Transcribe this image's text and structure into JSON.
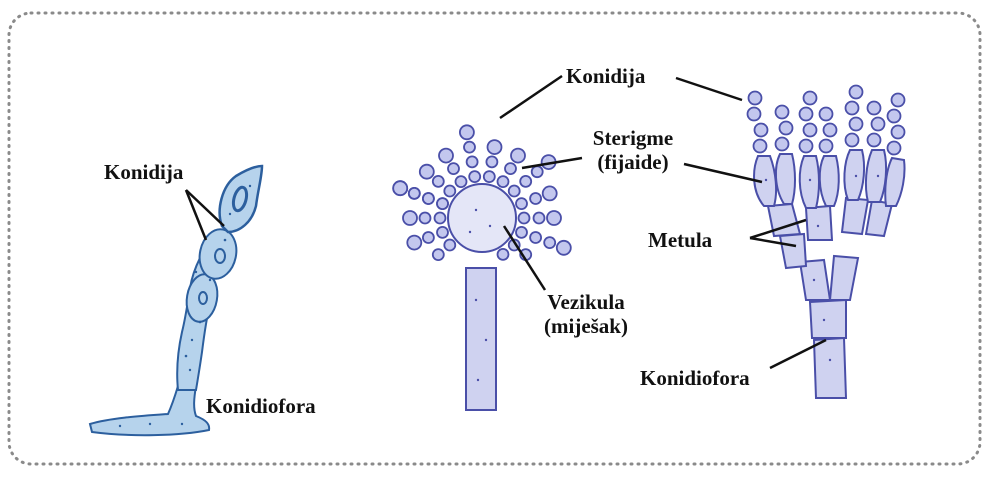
{
  "colors": {
    "frame": "#8a8a8a",
    "cell_fill": "#cfd2f0",
    "cell_stroke": "#4a4fa8",
    "left_fill": "#b6d3ec",
    "left_stroke": "#2c5f9e",
    "dots": "#5a5fb0",
    "line": "#111111"
  },
  "labels": {
    "left_konidija": "Konidija",
    "left_konidiofora": "Konidiofora",
    "mid_konidija": "Konidija",
    "sterigme_1": "Sterigme",
    "sterigme_2": "(fijaide)",
    "vezikula_1": "Vezikula",
    "vezikula_2": "(miješak)",
    "metula": "Metula",
    "right_konidiofora": "Konidiofora"
  }
}
